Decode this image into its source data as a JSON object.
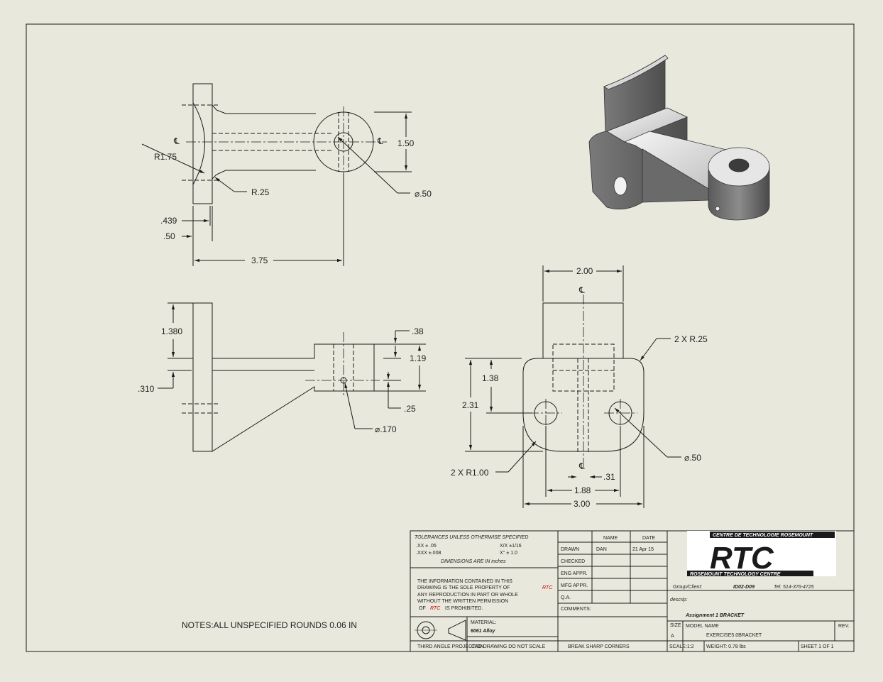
{
  "colors": {
    "paper": "#e9e8dc",
    "line": "#1a1a1a",
    "accent_red": "#cc0000"
  },
  "views": {
    "top": {
      "dims": {
        "r175": "R1.75",
        "r25": "R.25",
        "d439": ".439",
        "d50": ".50",
        "d375": "3.75",
        "d150": "1.50",
        "hole": "⌀.50",
        "cl": "℄"
      }
    },
    "front": {
      "dims": {
        "d1380": "1.380",
        "d310": ".310",
        "d38": ".38",
        "d119": "1.19",
        "d25": ".25",
        "hole": "⌀.170"
      }
    },
    "side": {
      "dims": {
        "d200": "2.00",
        "r25x2": "2 X R.25",
        "d138": "1.38",
        "d231": "2.31",
        "hole": "⌀.50",
        "r100x2": "2 X R1.00",
        "d31": ".31",
        "d188": "1.88",
        "d300": "3.00",
        "cl": "℄"
      }
    }
  },
  "notes": "NOTES:ALL UNSPECIFIED ROUNDS 0.06 IN",
  "title_block": {
    "tolerances_title": "TOLERANCES UNLESS OTHERWISE SPECIFIED",
    "tol_xx": ".XX ± .05",
    "tol_xxx": ".XXX ±.008",
    "tol_frac": "X/X ±1/16",
    "tol_angle": "X° ± 1.0",
    "dims_in": "DIMENSIONS ARE IN inches",
    "prop_1": "THE INFORMATION CONTAINED IN THIS",
    "prop_2a": "DRAWING IS THE SOLE PROPERTY OF",
    "prop_rtc": "RTC",
    "prop_3": "ANY REPRODUCTION IN PART OR WHOLE",
    "prop_4": "WITHOUT THE WRITTEN PERMISSION",
    "prop_5a": "OF",
    "prop_5b": "IS PROHIBITED.",
    "material_label": "MATERIAL:",
    "material": "6061 Alloy",
    "third_angle": "THIRD ANGLE PROJECTION",
    "cad_note": "CAD DRAWING DO NOT SCALE",
    "break_note": "BREAK SHARP CORNERS",
    "col_name": "NAME",
    "col_date": "DATE",
    "drawn": "DRAWN",
    "drawn_name": "DAN",
    "drawn_date": "21 Apr 15",
    "checked": "CHECKED",
    "eng_appr": "ENG APPR.",
    "mfg_appr": "MFG APPR.",
    "qa": "Q.A.",
    "comments": "COMMENTS:",
    "logo_top": "CENTRE DE TECHNOLOGIE ROSEMOUNT",
    "logo_main": "RTC",
    "logo_bottom": "ROSEMOUNT TECHNOLOGY CENTRE",
    "group_label": "Group/Client:",
    "group_value": "ID02-D09",
    "tel": "Tel: 514-376-4725",
    "descrip_label": "descrip:",
    "descrip": "Assignment 1 BRACKET",
    "size_label": "SIZE",
    "size": "A",
    "model_label": "MODEL NAME",
    "model": "EXERCISE5.0BRACKET",
    "rev_label": "REV.",
    "scale": "SCALE:1:2",
    "weight": "WEIGHT: 0.78 lbs",
    "sheet": "SHEET 1 OF 1"
  }
}
